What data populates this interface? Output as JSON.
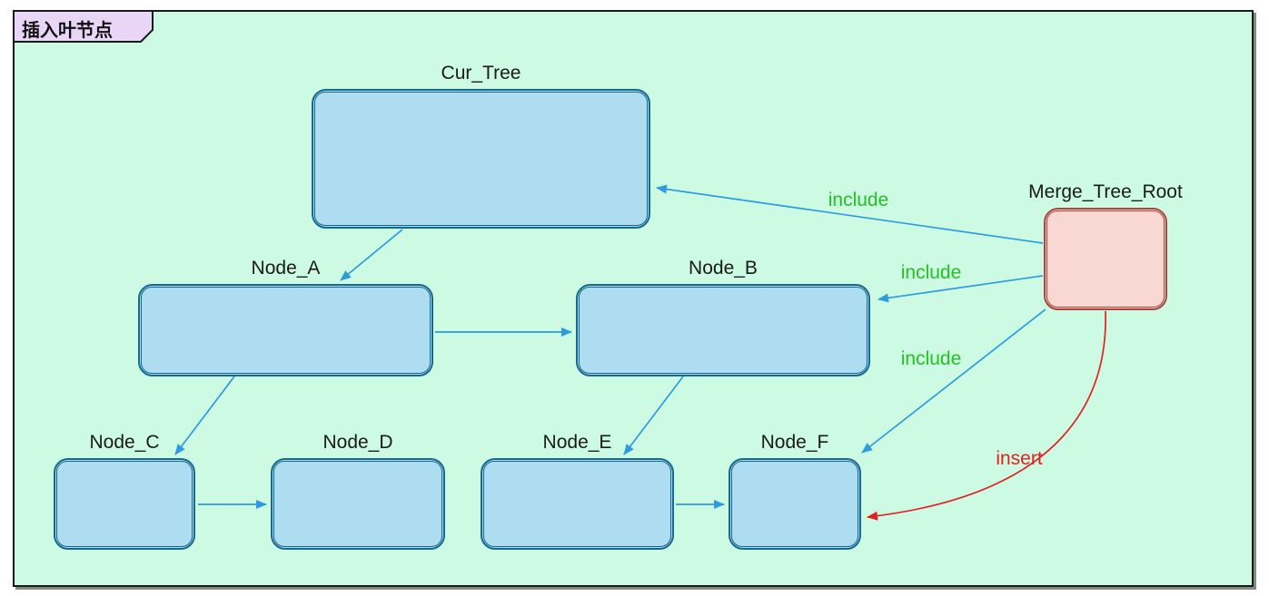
{
  "frame": {
    "title": "插入叶节点"
  },
  "nodes": {
    "cur_tree": {
      "label": "Cur_Tree"
    },
    "node_a": {
      "label": "Node_A"
    },
    "node_b": {
      "label": "Node_B"
    },
    "node_c": {
      "label": "Node_C"
    },
    "node_d": {
      "label": "Node_D"
    },
    "node_e": {
      "label": "Node_E"
    },
    "node_f": {
      "label": "Node_F"
    },
    "merge_root": {
      "label": "Merge_Tree_Root"
    }
  },
  "edges": [
    {
      "from": "Cur_Tree",
      "to": "Node_A",
      "label": "",
      "color": "blue"
    },
    {
      "from": "Node_A",
      "to": "Node_B",
      "label": "",
      "color": "blue"
    },
    {
      "from": "Node_A",
      "to": "Node_C",
      "label": "",
      "color": "blue"
    },
    {
      "from": "Node_C",
      "to": "Node_D",
      "label": "",
      "color": "blue"
    },
    {
      "from": "Node_B",
      "to": "Node_E",
      "label": "",
      "color": "blue"
    },
    {
      "from": "Node_E",
      "to": "Node_F",
      "label": "",
      "color": "blue"
    },
    {
      "from": "Merge_Tree_Root",
      "to": "Cur_Tree",
      "label": "include",
      "color": "blue"
    },
    {
      "from": "Merge_Tree_Root",
      "to": "Node_B",
      "label": "include",
      "color": "blue"
    },
    {
      "from": "Merge_Tree_Root",
      "to": "Node_F",
      "label": "include",
      "color": "blue"
    },
    {
      "from": "Merge_Tree_Root",
      "to": "Node_F",
      "label": "insert",
      "color": "red"
    }
  ],
  "colors": {
    "frame_bg": "#ccfae2",
    "frame_border": "#1a1a1a",
    "tab_bg": "#e9d6f6",
    "node_fill": "#aedcf0",
    "node_border": "#16688c",
    "merge_fill": "#f9d8d3",
    "merge_border": "#a8453c",
    "arrow_blue": "#2d9bde",
    "arrow_red": "#e12222",
    "label_green": "#22c222"
  }
}
